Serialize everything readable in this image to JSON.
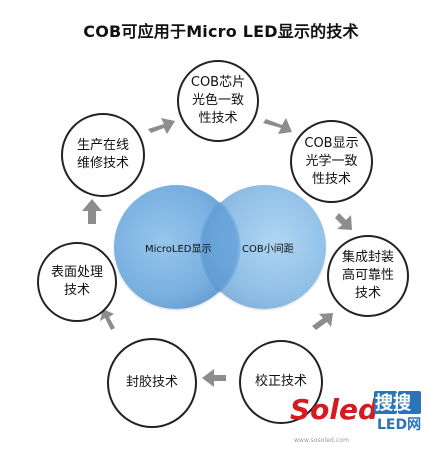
{
  "title": "COB可应用于Micro LED显示的技术",
  "nodes": {
    "chip_consistency": "COB芯片\n光色一致\n性技术",
    "display_consistency": "COB显示\n光学一致\n性技术",
    "integration": "集成封装\n高可靠性\n技术",
    "calibration": "校正技术",
    "encapsulation": "封胶技术",
    "surface": "表面处理\n技术",
    "production": "生产在线\n维修技术"
  },
  "venn": {
    "left_label": "MicroLED显示",
    "right_label": "COB小间距"
  },
  "watermark": {
    "brand": "Soled",
    "chinese": "搜搜",
    "subtext": "LED网",
    "url": "www.sosoled.com"
  },
  "colors": {
    "node_border": "#222222",
    "arrow": "#8d8d8d",
    "venn_fill": "#5b9bd5",
    "logo_red": "#d71920",
    "logo_blue": "#2c74b8"
  },
  "icons": {
    "cycle_arrow": "thick-gray-arrow",
    "venn": "two-overlapping-circles"
  }
}
